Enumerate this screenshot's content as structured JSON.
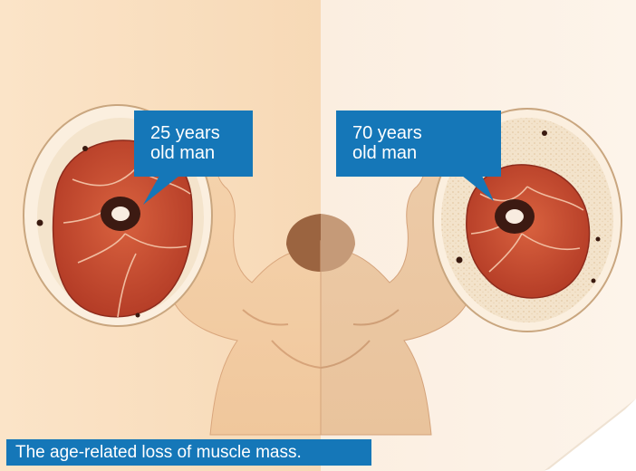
{
  "left_label": {
    "line1": "25 years",
    "line2": "old man"
  },
  "right_label": {
    "line1": "70 years",
    "line2": "old man"
  },
  "caption": "The age-related loss of muscle mass.",
  "colors": {
    "left_background": "#f9dfc0",
    "right_background": "#fcf1e6",
    "label_blue": "#1577b8",
    "muscle": "#c3452c",
    "fat_tissue": "#f1dfc6",
    "skin": "#f3cba3"
  },
  "icons": {
    "young_thigh": "thigh-cross-section-young-icon",
    "old_thigh": "thigh-cross-section-old-icon",
    "figure": "flexing-man-illustration"
  }
}
